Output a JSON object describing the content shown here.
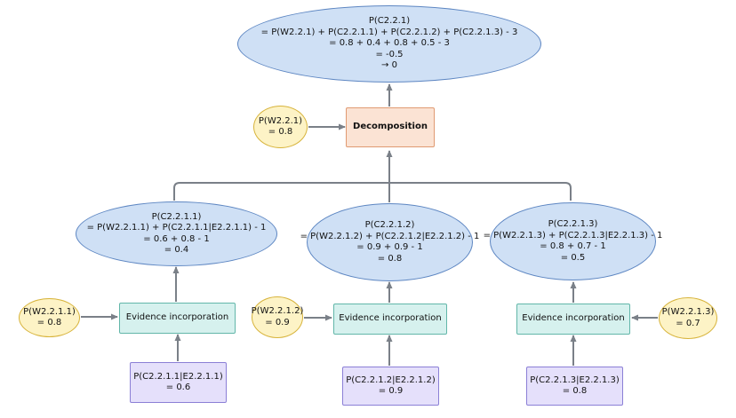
{
  "root": {
    "lines": [
      "P(C2.2.1)",
      "= P(W2.2.1) + P(C2.2.1.1) + P(C2.2.1.2) + P(C2.2.1.3) - 3",
      "= 0.8 + 0.4 + 0.8 + 0.5 - 3",
      "= -0.5",
      "→ 0"
    ]
  },
  "root_weight": {
    "lines": [
      "P(W2.2.1)",
      "= 0.8"
    ]
  },
  "decomposition": {
    "label": "Decomposition"
  },
  "branches": [
    {
      "result": {
        "lines": [
          "P(C2.2.1.1)",
          "= P(W2.2.1.1) + P(C2.2.1.1|E2.2.1.1) - 1",
          "= 0.6 + 0.8 - 1",
          "= 0.4"
        ]
      },
      "weight": {
        "lines": [
          "P(W2.2.1.1)",
          "= 0.8"
        ]
      },
      "evidence": {
        "label": "Evidence incorporation"
      },
      "conditional": {
        "lines": [
          "P(C2.2.1.1|E2.2.1.1)",
          "= 0.6"
        ]
      }
    },
    {
      "result": {
        "lines": [
          "P(C2.2.1.2)",
          "= P(W2.2.1.2) + P(C2.2.1.2|E2.2.1.2) - 1",
          "= 0.9 + 0.9 - 1",
          "= 0.8"
        ]
      },
      "weight": {
        "lines": [
          "P(W2.2.1.2)",
          "= 0.9"
        ]
      },
      "evidence": {
        "label": "Evidence incorporation"
      },
      "conditional": {
        "lines": [
          "P(C2.2.1.2|E2.2.1.2)",
          "= 0.9"
        ]
      }
    },
    {
      "result": {
        "lines": [
          "P(C2.2.1.3)",
          "= P(W2.2.1.3) + P(C2.2.1.3|E2.2.1.3) - 1",
          "= 0.8 + 0.7 - 1",
          "= 0.5"
        ]
      },
      "weight": {
        "lines": [
          "P(W2.2.1.3)",
          "= 0.7"
        ]
      },
      "evidence": {
        "label": "Evidence incorporation"
      },
      "conditional": {
        "lines": [
          "P(C2.2.1.3|E2.2.1.3)",
          "= 0.8"
        ]
      }
    }
  ]
}
